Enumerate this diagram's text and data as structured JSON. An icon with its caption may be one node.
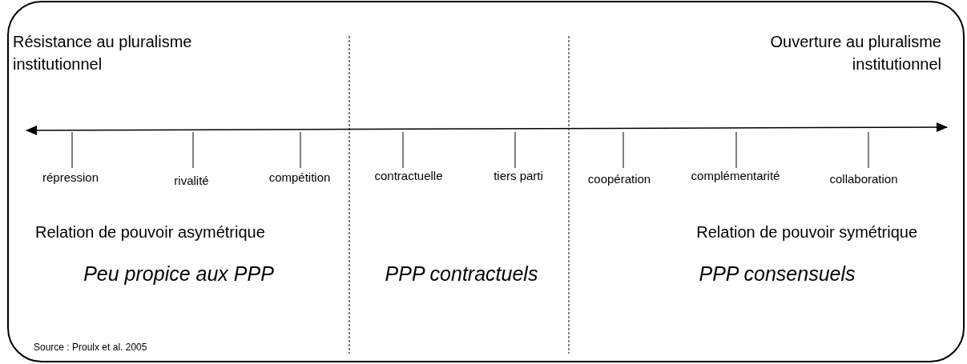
{
  "diagram": {
    "labels": [
      "Résistance au pluralisme institutionnel",
      "Ouverture au pluralisme institutionnel",
      "répression",
      "rivalité",
      "compétition",
      "contractuelle",
      "tiers parti",
      "coopération",
      "complémentarité",
      "collaboration",
      "Relation de pouvoir asymétrique",
      "Relation de pouvoir symétrique",
      "Peu propice aux PPP",
      "PPP contractuels",
      "PPP consensuels",
      "Source : Proulx et al. 2005"
    ]
  }
}
